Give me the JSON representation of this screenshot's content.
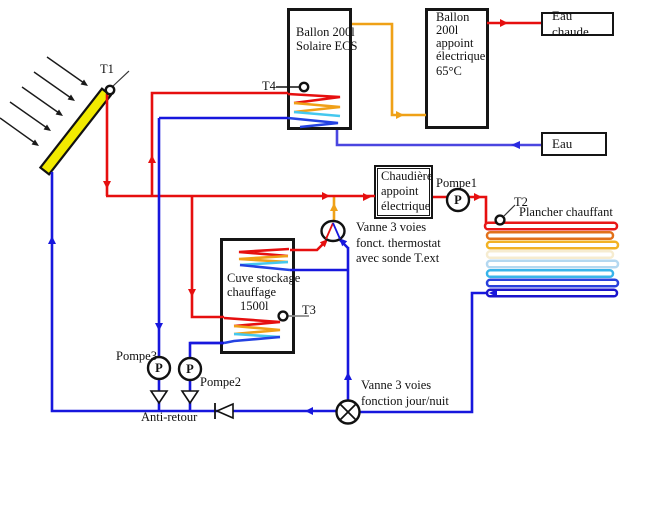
{
  "colors": {
    "hot_pipe": "#e60f0f",
    "cold_pipe": "#1717dd",
    "auxiliary_pipe": "#efa117",
    "cold_water_pipe": "#4a46e0",
    "collector_fill": "#f2ea00",
    "floor_gradient": [
      "#e81818",
      "#e2701a",
      "#f2b224",
      "#f6ecd0",
      "#b4d8f0",
      "#38b4ea",
      "#2840dc",
      "#1a14cc"
    ]
  },
  "labels": {
    "sensors": {
      "t1": "T1",
      "t2": "T2",
      "t3": "T3",
      "t4": "T4"
    },
    "ballon_solaire": {
      "line1": "Ballon 200l",
      "line2": "Solaire ECS"
    },
    "ballon_appoint": {
      "line1": "Ballon",
      "line2": "200l",
      "line3": "appoint",
      "line4": "électrique",
      "temp": "65°C"
    },
    "eau_chaude": "Eau chaude",
    "eau": "Eau",
    "chaudiere": {
      "line1": "Chaudière",
      "line2": "appoint",
      "line3": "électrique"
    },
    "pompe1": "Pompe1",
    "pompe2": "Pompe2",
    "pompe3": "Pompe3",
    "pump_symbol": "P",
    "anti_retour": "Anti-retour",
    "vanne_thermostat": {
      "line1": "Vanne 3 voies",
      "line2": "fonct. thermostat",
      "line3": "avec sonde T.ext"
    },
    "vanne_jour_nuit": {
      "line1": "Vanne 3 voies",
      "line2": "fonction jour/nuit"
    },
    "plancher": "Plancher chauffant",
    "cuve": {
      "line1": "Cuve stockage",
      "line2": "chauffage",
      "line3": "1500l"
    }
  }
}
